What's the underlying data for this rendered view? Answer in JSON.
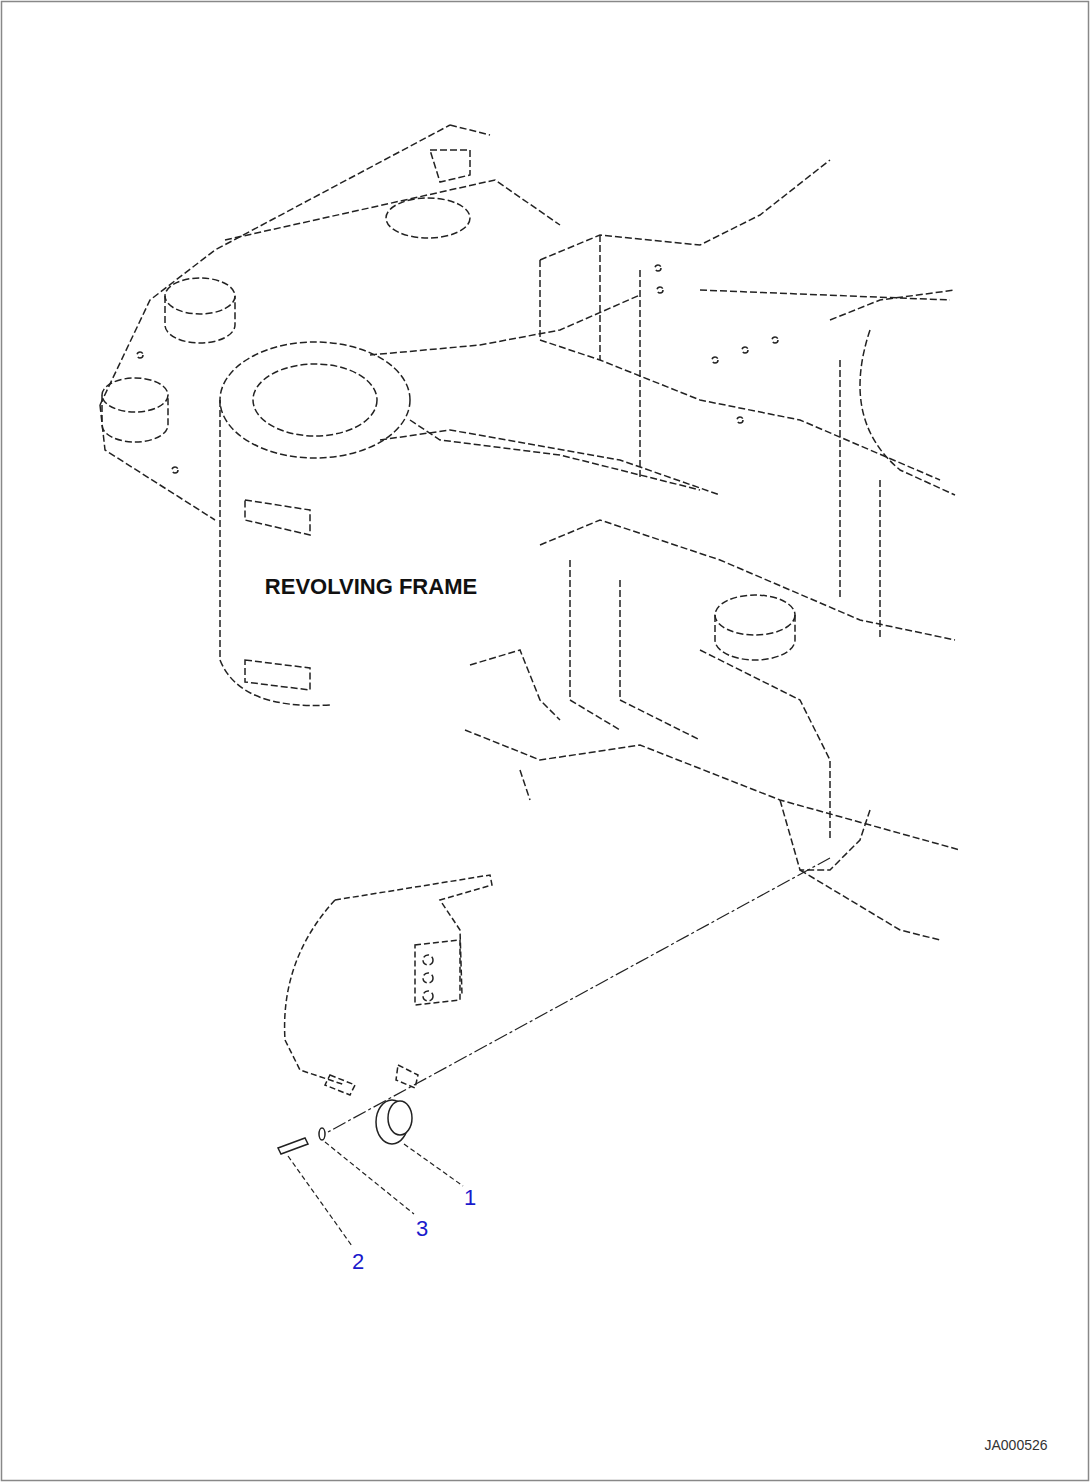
{
  "diagram": {
    "labels": [
      "REVOLVING FRAME",
      "1",
      "3",
      "2",
      "JA000526"
    ]
  }
}
